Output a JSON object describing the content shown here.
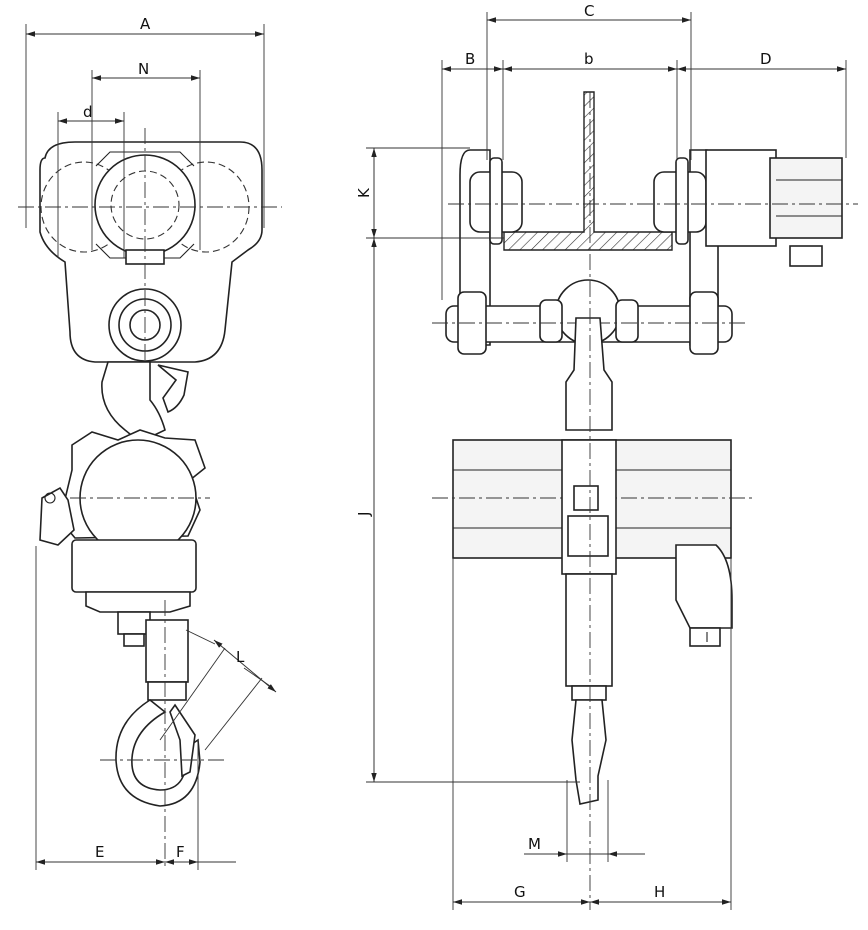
{
  "dimension_labels": {
    "A": "A",
    "N": "N",
    "d": "d",
    "L": "L",
    "E": "E",
    "F": "F",
    "C": "C",
    "B": "B",
    "b": "b",
    "D": "D",
    "K": "K",
    "J": "J",
    "M": "M",
    "G": "G",
    "H": "H"
  }
}
